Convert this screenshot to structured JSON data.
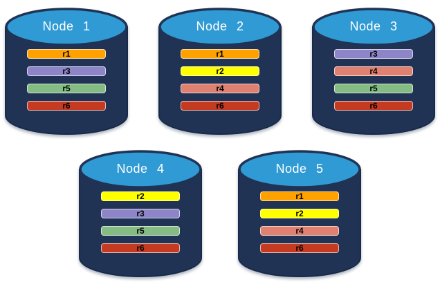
{
  "diagram": {
    "kind": "database-replica-distribution",
    "colors": {
      "cylinder_body": "#203355",
      "cylinder_outline": "#182a47",
      "cylinder_top": "#2f9ad3",
      "title_text": "#ffffff",
      "bar_text": "#000000",
      "replicas": {
        "r1": "#ffa200",
        "r2": "#ffff00",
        "r3": "#8e85c8",
        "r4": "#df8070",
        "r5": "#84bc84",
        "r6": "#c43b22"
      }
    },
    "nodes": [
      {
        "label": "Node 1",
        "replicas": [
          "r1",
          "r3",
          "r5",
          "r6"
        ]
      },
      {
        "label": "Node 2",
        "replicas": [
          "r1",
          "r2",
          "r4",
          "r6"
        ]
      },
      {
        "label": "Node 3",
        "replicas": [
          "r3",
          "r4",
          "r5",
          "r6"
        ]
      },
      {
        "label": "Node 4",
        "replicas": [
          "r2",
          "r3",
          "r5",
          "r6"
        ]
      },
      {
        "label": "Node 5",
        "replicas": [
          "r1",
          "r2",
          "r4",
          "r6"
        ]
      }
    ]
  }
}
